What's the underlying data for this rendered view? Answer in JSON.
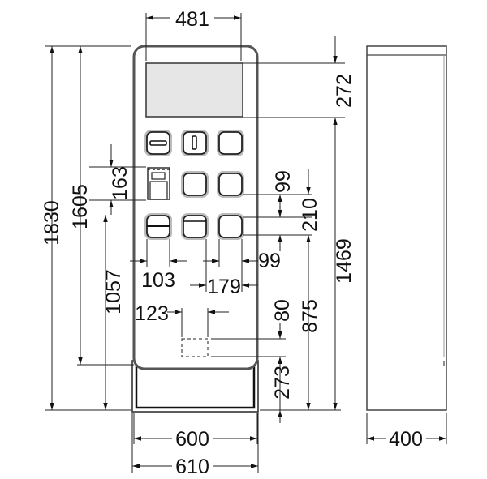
{
  "dimensions": {
    "top_width": "481",
    "screen_height": "272",
    "total_height": "1830",
    "panel_height": "1605",
    "reader_height": "163",
    "button_gap_upper": "99",
    "button_pitch": "210",
    "upper_height": "1469",
    "left_offset": "103",
    "column_pitch": "179",
    "button_gap_lower": "99",
    "lower_offset": "1057",
    "slot_width": "123",
    "slot_height": "80",
    "slot_offset": "875",
    "base_height": "273",
    "front_width": "600",
    "base_width": "610",
    "side_depth": "400"
  },
  "colors": {
    "screen": "#e6e6e6",
    "line": "#222222"
  }
}
